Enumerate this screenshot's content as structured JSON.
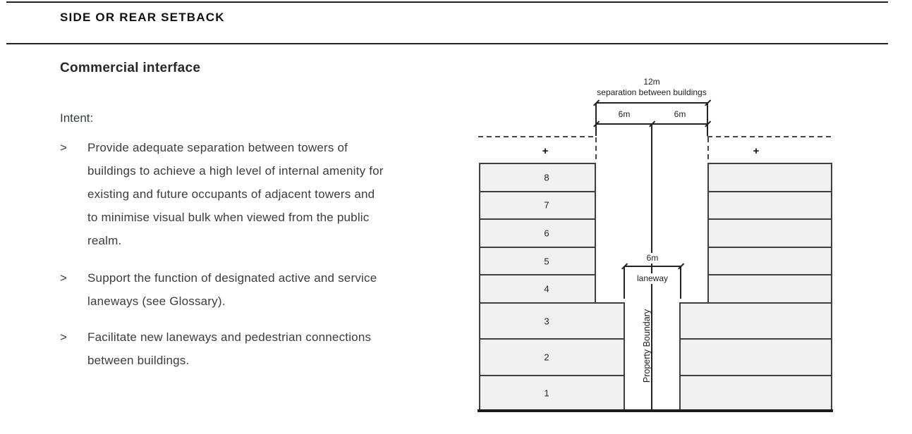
{
  "page": {
    "title": "SIDE OR REAR SETBACK",
    "section_heading": "Commercial interface",
    "intent_label": "Intent:",
    "bullet_marker": ">",
    "bullets": [
      {
        "lines": [
          "Provide adequate separation between towers of",
          "buildings to achieve a high level of internal amenity for",
          "existing and future occupants of adjacent towers and",
          "to minimise visual bulk when viewed from the public",
          "realm."
        ]
      },
      {
        "lines": [
          "Support the function of designated active and service",
          "laneways (see Glossary)."
        ]
      },
      {
        "lines": [
          "Facilitate new laneways and pedestrian connections",
          "between buildings."
        ]
      }
    ]
  },
  "diagram": {
    "separation_value": "12m",
    "separation_label": "separation between buildings",
    "setback_left": "6m",
    "setback_right": "6m",
    "laneway_width": "6m",
    "laneway_label": "laneway",
    "property_boundary_label": "Property Boundary",
    "roof_plus_left": "+",
    "roof_plus_right": "+",
    "left_tower_floors": [
      "8",
      "7",
      "6",
      "5",
      "4"
    ],
    "left_podium_floors": [
      "3",
      "2",
      "1"
    ],
    "colors": {
      "floor_fill": "#f0f0f0",
      "floor_border": "#3f3f3f",
      "ground_line": "#1b1b1b",
      "dashed_roof": "#474747",
      "dimension_line": "#222222"
    }
  }
}
